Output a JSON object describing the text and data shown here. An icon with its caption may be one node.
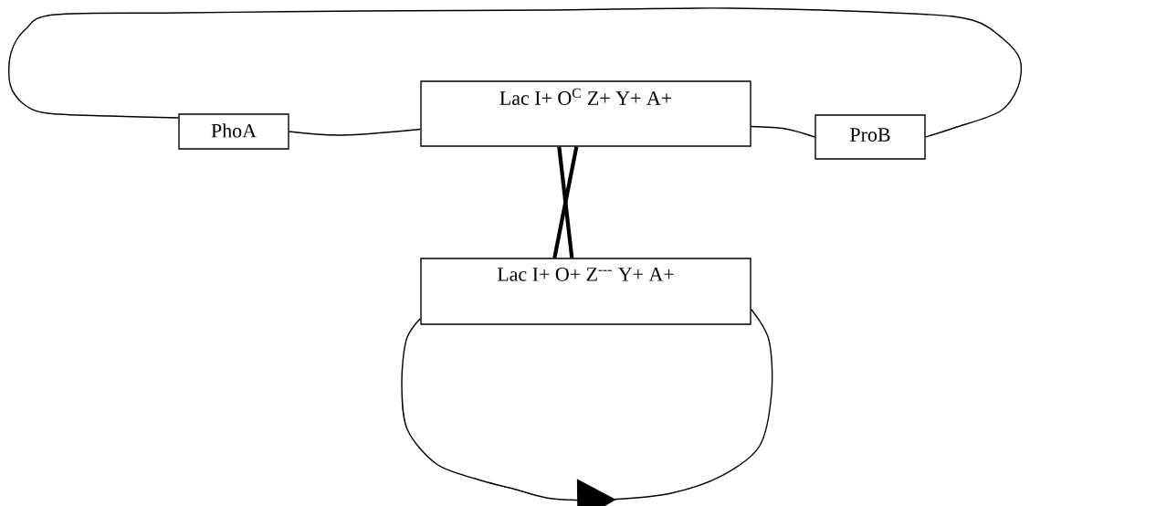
{
  "diagram": {
    "nodes": [
      {
        "text": [
          "PhoA"
        ]
      },
      {
        "text": [
          "Lac I+ O$^{C}$ Z+ Y+ A+"
        ]
      },
      {
        "text": [
          "ProB"
        ]
      },
      {
        "text": [
          "Lac I+ O+ Z$^{---}$ Y+ A+"
        ]
      }
    ],
    "edges": [
      {
        "from": 0,
        "to": 1,
        "arrow": "none"
      },
      {
        "from": 1,
        "to": 2,
        "arrow": "none"
      },
      {
        "from": 2,
        "to": 0,
        "arrow": "none"
      },
      {
        "from": 1,
        "to": 3,
        "arrow": "none",
        "style": "thick"
      },
      {
        "from": 1,
        "to": 3,
        "arrow": "none",
        "style": "thick"
      },
      {
        "from": 3,
        "to": 3,
        "arrow": "to"
      }
    ]
  }
}
